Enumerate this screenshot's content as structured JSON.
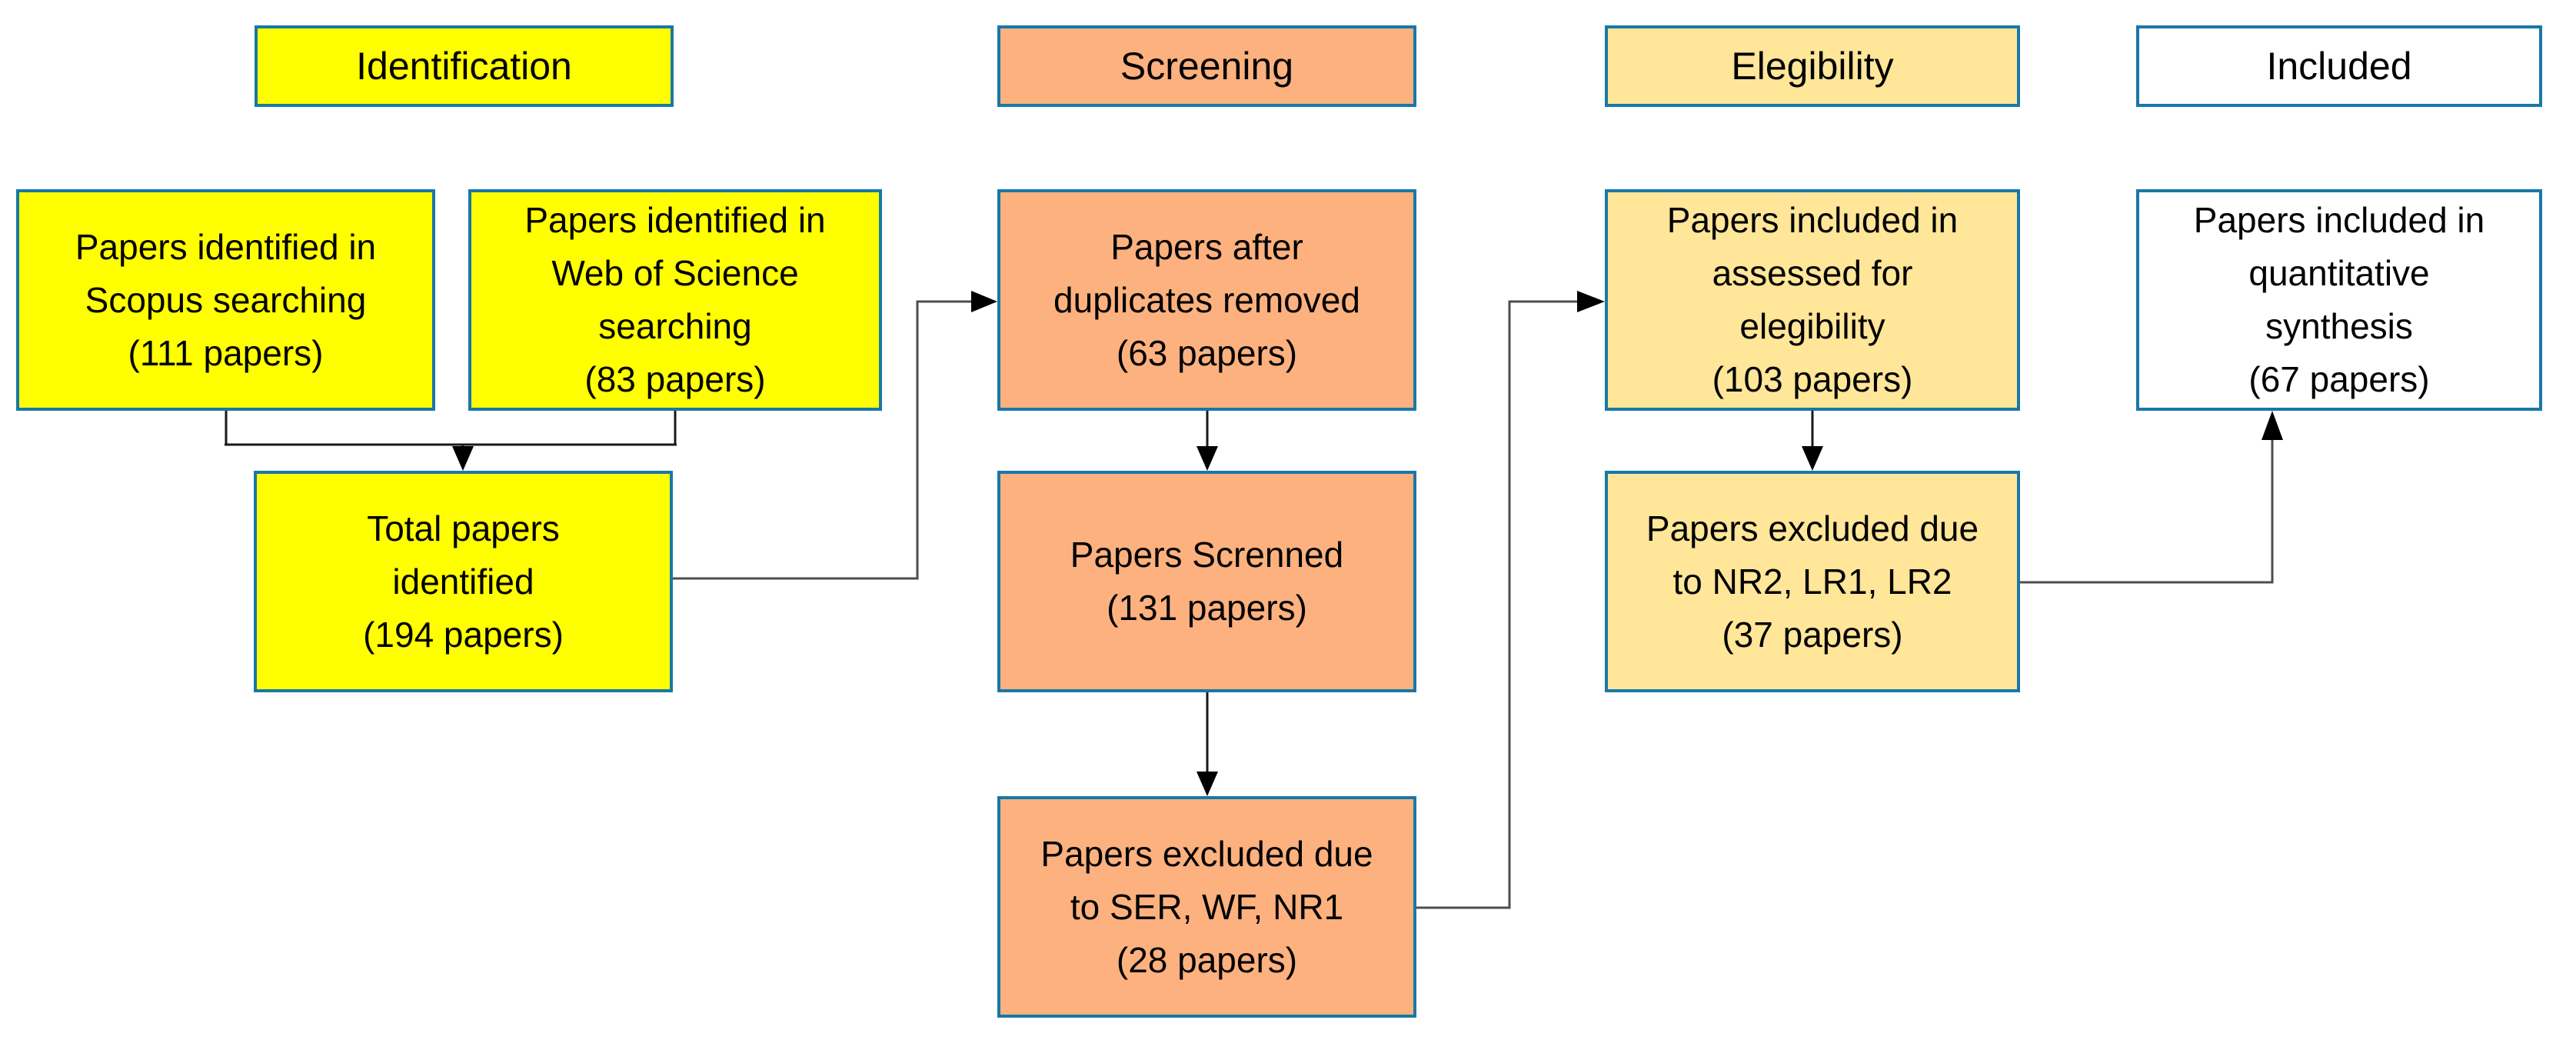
{
  "diagram": {
    "title": "Systematic review paper selection flow diagram",
    "colors": {
      "identification_fill": "#FFFF00",
      "screening_fill": "#FCB17F",
      "elegibility_fill": "#FFE699",
      "included_fill": "#FFFFFF",
      "box_border": "#1878A8",
      "connector_line": "#4D4D4D",
      "arrow_head": "#000000"
    },
    "headers": {
      "identification": "Identification",
      "screening": "Screening",
      "elegibility": "Elegibility",
      "included": "Included"
    },
    "boxes": {
      "scopus": "Papers identified in\nScopus searching\n(111 papers)",
      "wos": "Papers identified in\nWeb of Science\nsearching\n(83 papers)",
      "total": "Total papers\nidentified\n(194 papers)",
      "duplicates": "Papers after\nduplicates removed\n(63 papers)",
      "screnned": "Papers Screnned\n(131 papers)",
      "ser": "Papers excluded due\nto SER, WF, NR1\n(28 papers)",
      "assessed": "Papers included in\nassessed for\nelegibility\n(103 papers)",
      "nr2": "Papers excluded due\nto NR2, LR1, LR2\n(37 papers)",
      "quant": "Papers included in\nquantitative\nsynthesis\n(67 papers)"
    },
    "counts": {
      "scopus": 111,
      "web_of_science": 83,
      "total_identified": 194,
      "after_duplicates_removed": 63,
      "screened": 131,
      "excluded_ser_wf_nr1": 28,
      "assessed_for_elegibility": 103,
      "excluded_nr2_lr1_lr2": 37,
      "quantitative_synthesis": 67
    },
    "edges": [
      {
        "from": "scopus",
        "to": "total"
      },
      {
        "from": "wos",
        "to": "total"
      },
      {
        "from": "total",
        "to": "duplicates"
      },
      {
        "from": "duplicates",
        "to": "screnned"
      },
      {
        "from": "screnned",
        "to": "ser"
      },
      {
        "from": "ser",
        "to": "assessed"
      },
      {
        "from": "assessed",
        "to": "nr2"
      },
      {
        "from": "nr2",
        "to": "quant"
      }
    ]
  }
}
